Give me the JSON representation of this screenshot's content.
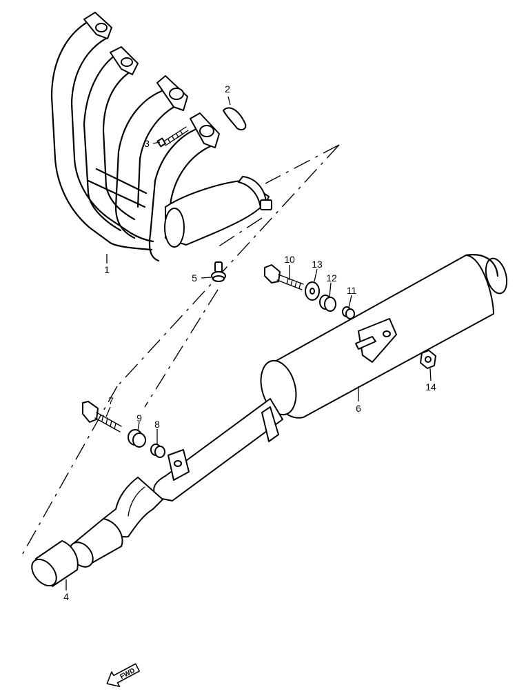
{
  "callouts": {
    "c1": "1",
    "c2": "2",
    "c3": "3",
    "c4": "4",
    "c5": "5",
    "c6": "6",
    "c7": "7",
    "c8": "8",
    "c9": "9",
    "c10": "10",
    "c11": "11",
    "c12": "12",
    "c13": "13",
    "c14": "14"
  },
  "direction_arrow": {
    "label": "FWD",
    "icon": "fwd-arrow-icon"
  }
}
